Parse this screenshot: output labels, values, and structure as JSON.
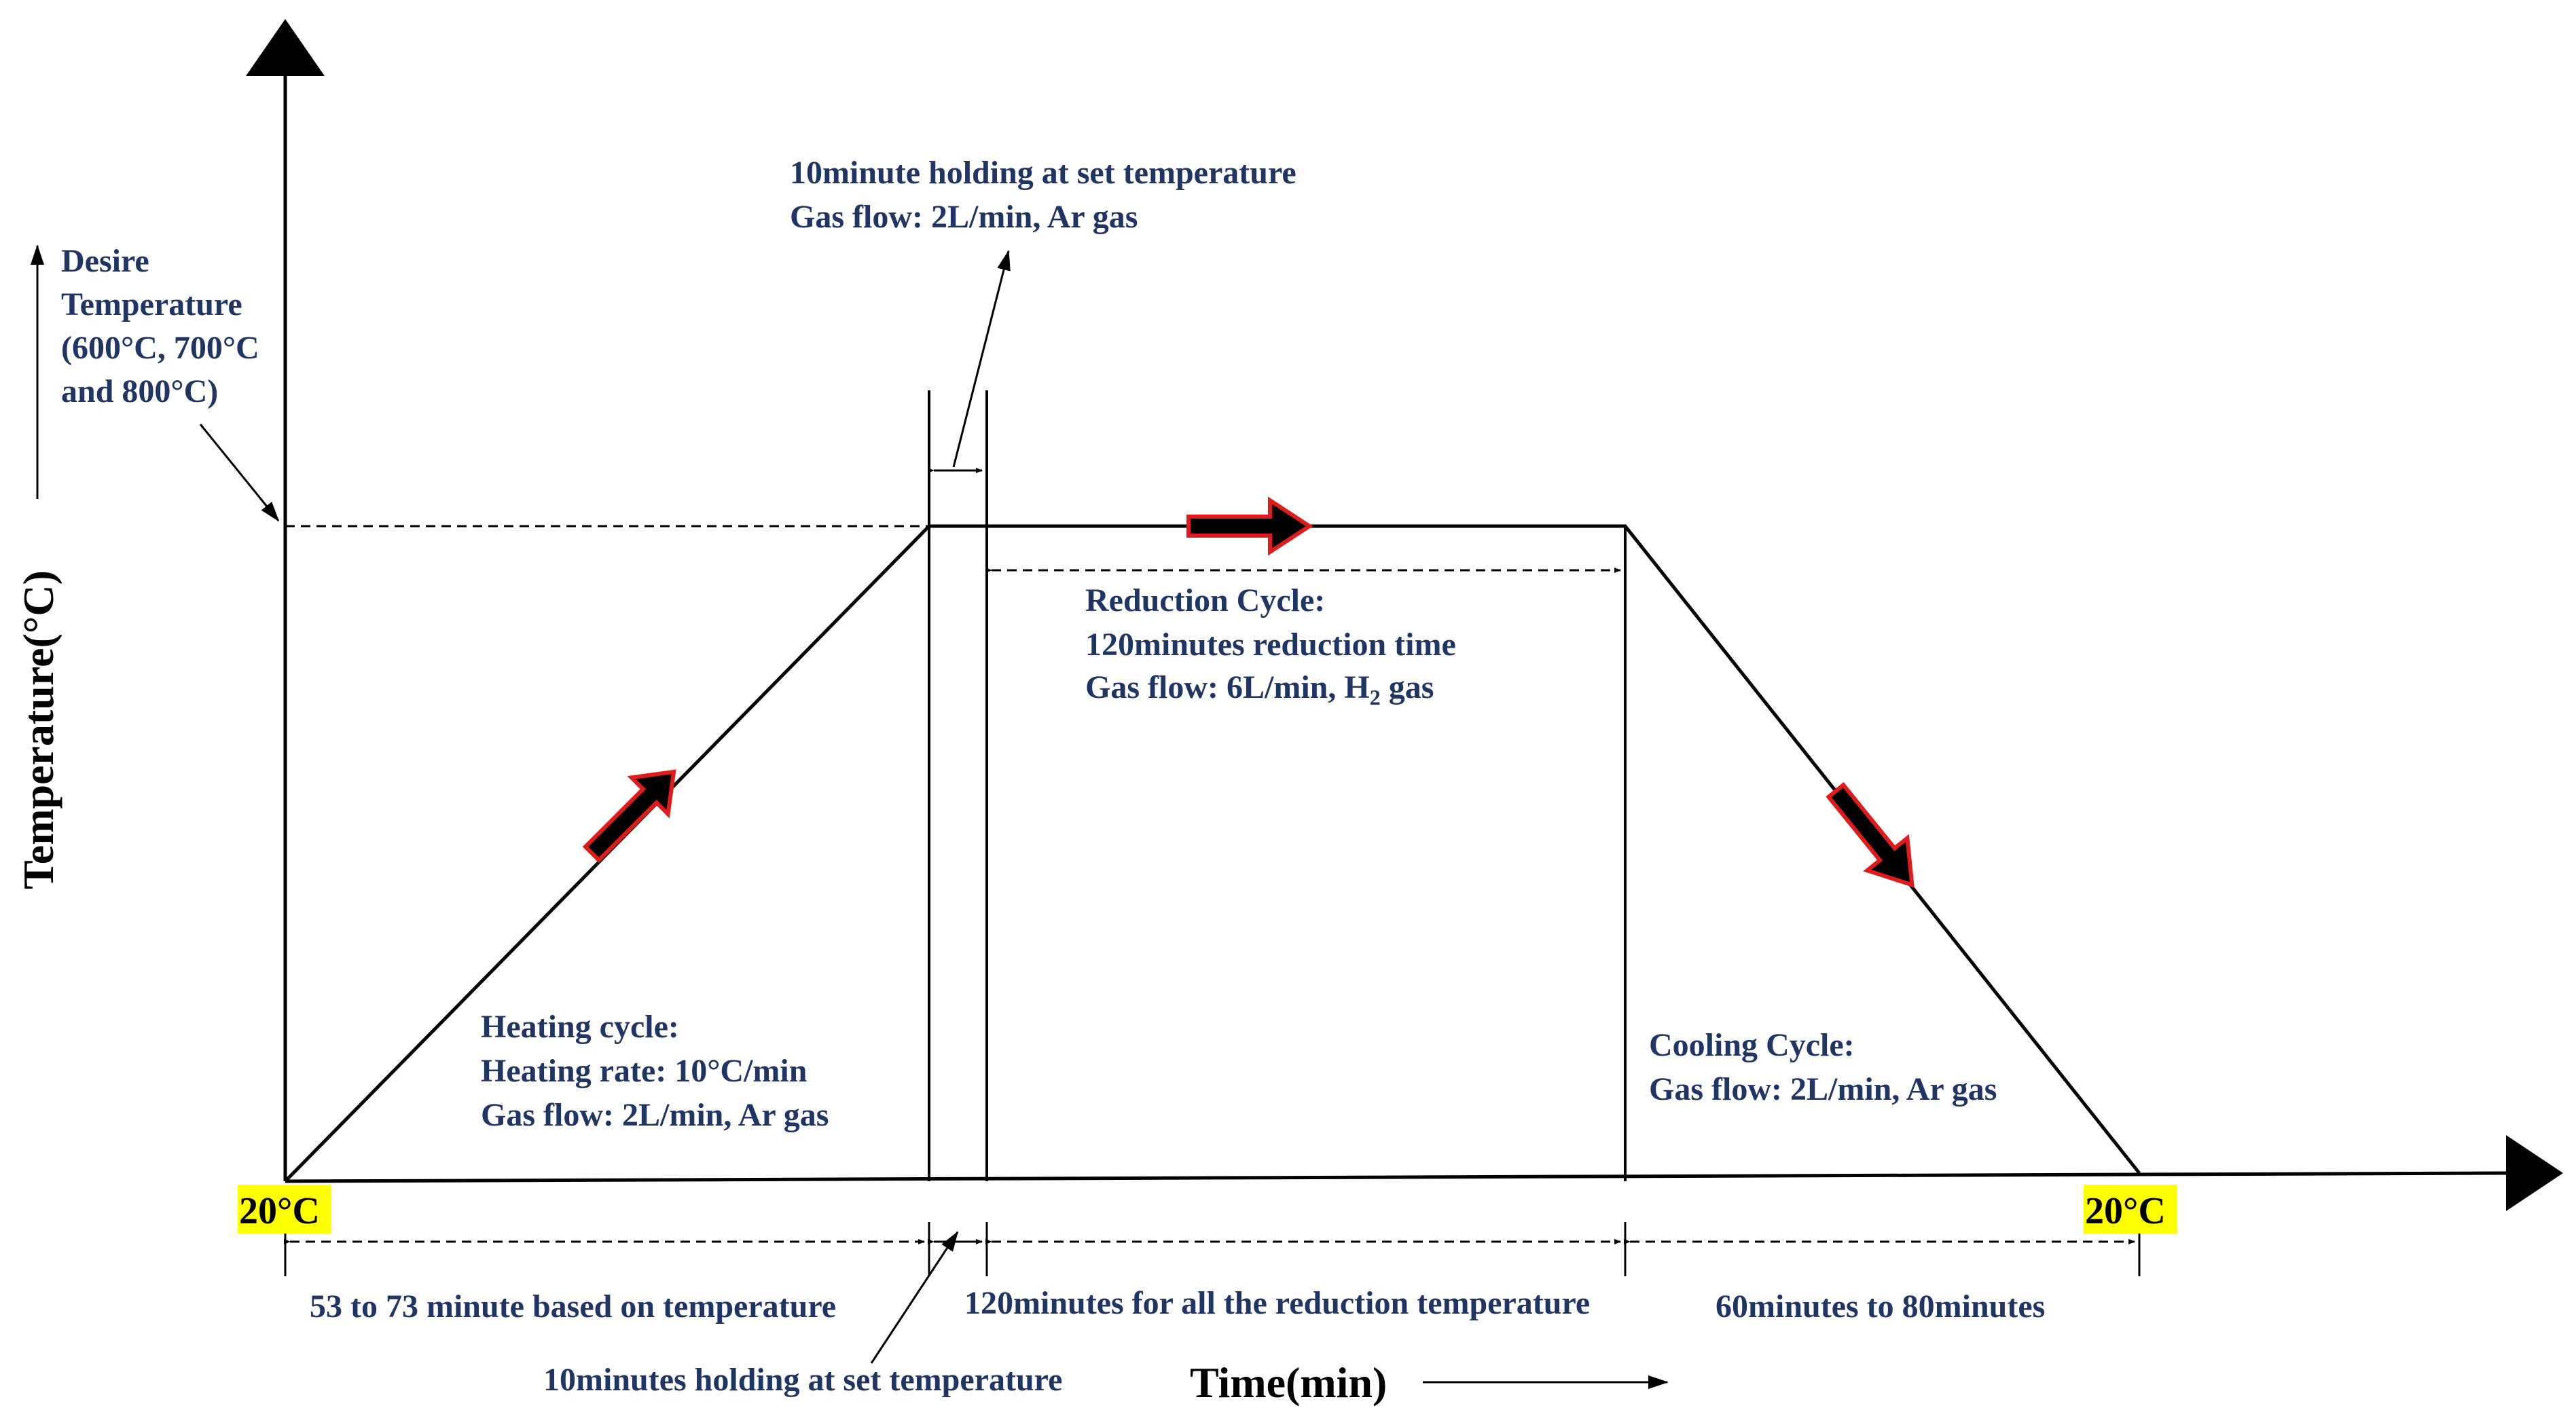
{
  "axes": {
    "y_title": "Temperature(°C)",
    "x_title": "Time(min)"
  },
  "desire_temperature": {
    "line1": "Desire",
    "line2": "Temperature",
    "line3": "(600°C, 700°C",
    "line4": "and 800°C)"
  },
  "holding_top": {
    "line1": "10minute holding at set temperature",
    "line2": "Gas flow: 2L/min, Ar gas"
  },
  "reduction": {
    "line1": "Reduction Cycle:",
    "line2": "120minutes reduction time",
    "line3_pre": "Gas flow: 6L/min, H",
    "line3_sub": "2",
    "line3_post": " gas"
  },
  "heating": {
    "line1": "Heating cycle:",
    "line2": "Heating rate: 10°C/min",
    "line3": "Gas flow: 2L/min, Ar gas"
  },
  "cooling": {
    "line1": "Cooling Cycle:",
    "line2": "Gas flow: 2L/min, Ar gas"
  },
  "start_temp": "20°C",
  "end_temp": "20°C",
  "durations": {
    "heating": "53 to 73 minute based on temperature",
    "reduction": "120minutes for all the reduction temperature",
    "cooling": "60minutes to 80minutes",
    "holding": "10minutes holding at set temperature"
  },
  "colors": {
    "text": "#1f3564",
    "arrow_fill": "#000000",
    "arrow_outline": "#e01b1b",
    "highlight": "#ffff00"
  }
}
